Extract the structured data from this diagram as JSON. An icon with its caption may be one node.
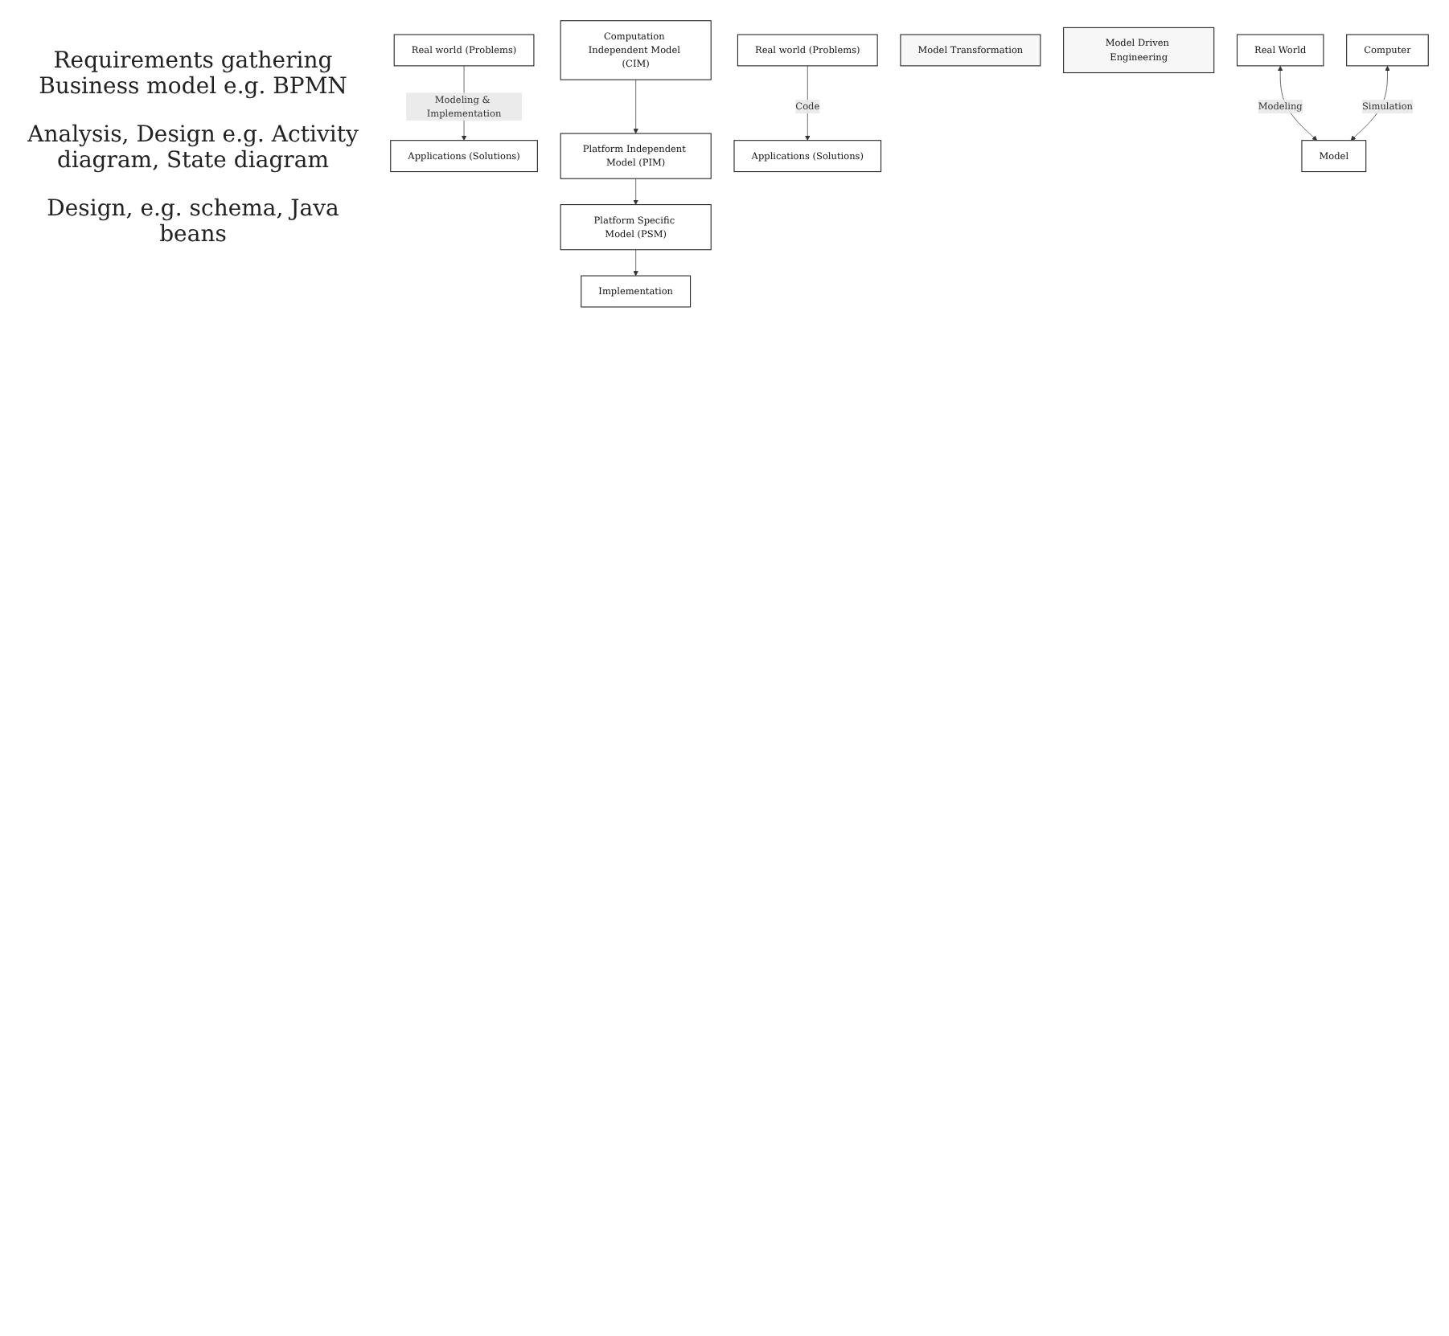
{
  "diagram": {
    "nodes": [
      {
        "text": [
          "Real world (Problems)"
        ]
      },
      {
        "text": [
          "Applications (Solutions)"
        ]
      },
      {
        "text": [
          "Real world (Problems)"
        ]
      },
      {
        "text": [
          "Computation Independent Model (CIM)"
        ]
      },
      {
        "text": [
          "Platform Independent Model (PIM)"
        ]
      },
      {
        "text": [
          "Platform Specific Model (PSM)"
        ]
      },
      {
        "text": [
          "Implementation"
        ]
      },
      {
        "text": [
          "Applications (Solutions)"
        ]
      },
      {
        "text": [
          "Model Transformation"
        ]
      },
      {
        "text": [
          "Model Driven Engineering"
        ]
      },
      {
        "text": [
          "Real World"
        ]
      },
      {
        "text": [
          "Computer"
        ]
      },
      {
        "text": [
          "Model"
        ]
      }
    ],
    "edges": [
      {
        "from": 0,
        "to": 1,
        "arrow": "to",
        "label": "Modeling & Implementation"
      },
      {
        "from": 2,
        "to": 7,
        "arrow": "to",
        "label": "Code"
      },
      {
        "from": 3,
        "to": 4,
        "arrow": "to"
      },
      {
        "from": 4,
        "to": 5,
        "arrow": "to"
      },
      {
        "from": 5,
        "to": 6,
        "arrow": "to"
      },
      {
        "from": 10,
        "to": 12,
        "arrow": "both",
        "label": "Modeling"
      },
      {
        "from": 11,
        "to": 12,
        "arrow": "both",
        "label": "Simulation"
      }
    ],
    "labels": [
      "Requirements gathering Business model e.g. BPMN",
      "Analysis, Design e.g. Activity diagram, State diagram",
      "Design, e.g. schema, Java beans"
    ]
  }
}
